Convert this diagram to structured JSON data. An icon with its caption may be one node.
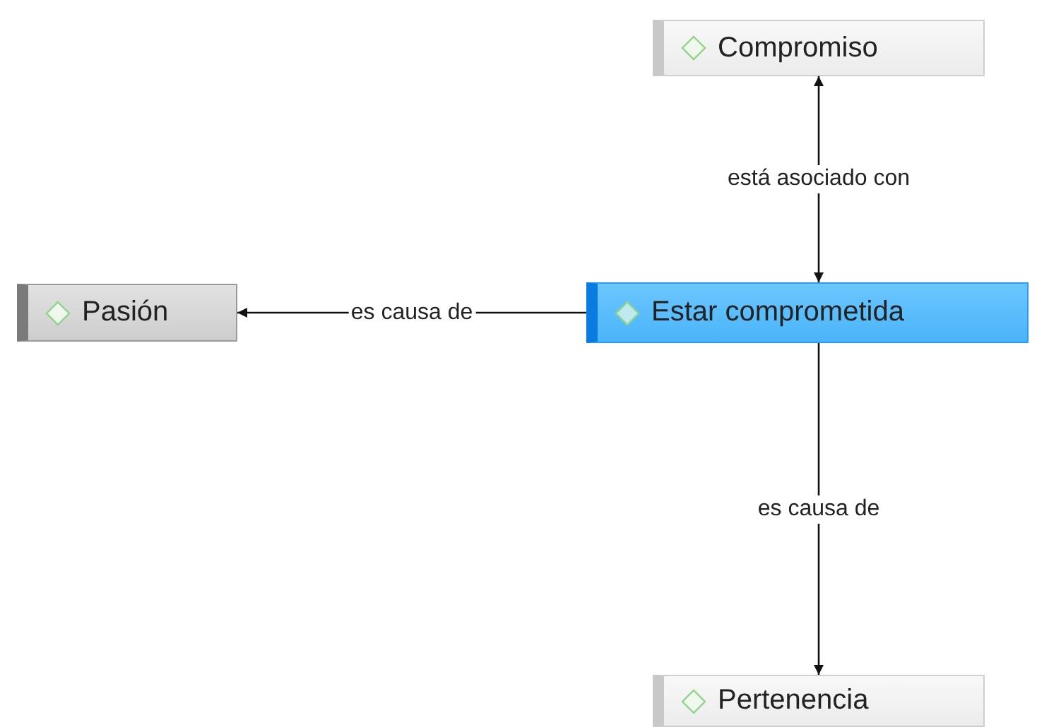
{
  "diagram": {
    "nodes": [
      {
        "text": [
          "Compromiso"
        ]
      },
      {
        "text": [
          "Pasión"
        ]
      },
      {
        "text": [
          "Estar comprometida"
        ]
      },
      {
        "text": [
          "Pertenencia"
        ]
      }
    ],
    "edges": [
      {
        "from": 2,
        "to": 0,
        "arrow": "both",
        "label": "está asociado con"
      },
      {
        "from": 2,
        "to": 1,
        "arrow": "to",
        "label": "es causa de"
      },
      {
        "from": 2,
        "to": 3,
        "arrow": "to",
        "label": "es causa de"
      }
    ]
  }
}
